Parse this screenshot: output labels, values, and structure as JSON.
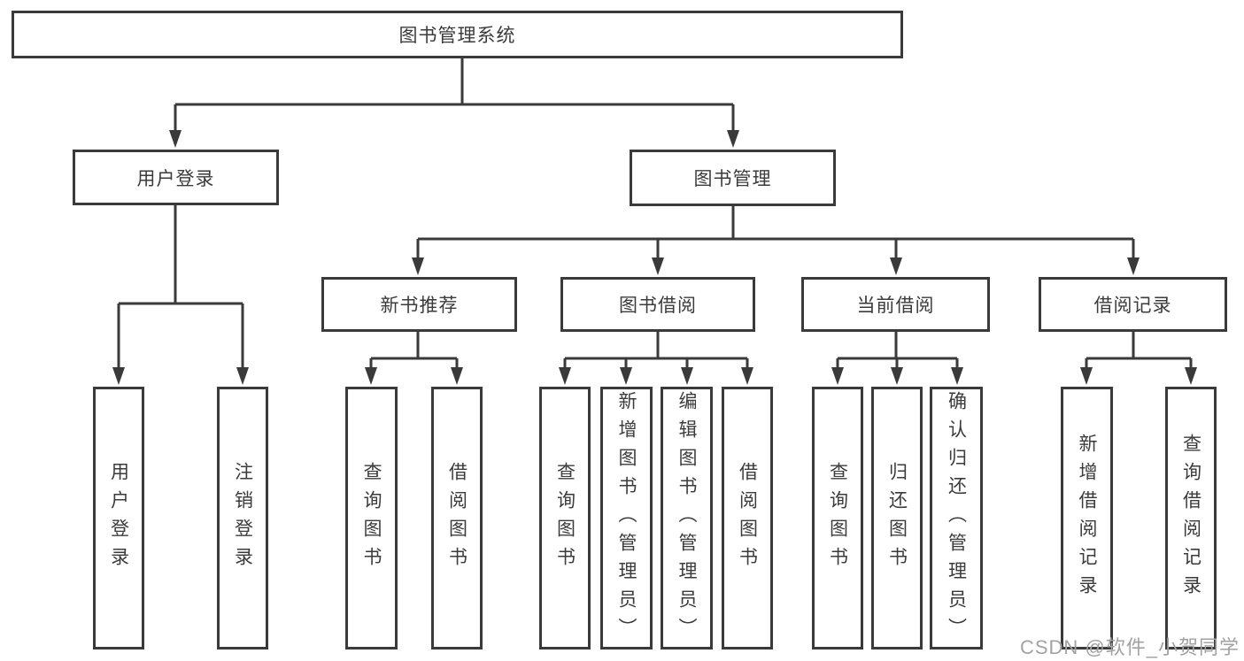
{
  "diagram": {
    "type": "hierarchy-tree",
    "tree": {
      "label": "图书管理系统",
      "children": [
        {
          "label": "用户登录",
          "children": [
            {
              "label": "用户登录"
            },
            {
              "label": "注销登录"
            }
          ]
        },
        {
          "label": "图书管理",
          "children": [
            {
              "label": "新书推荐",
              "children": [
                {
                  "label": "查询图书"
                },
                {
                  "label": "借阅图书"
                }
              ]
            },
            {
              "label": "图书借阅",
              "children": [
                {
                  "label": "查询图书"
                },
                {
                  "label": "新增图书（管理员）"
                },
                {
                  "label": "编辑图书（管理员）"
                },
                {
                  "label": "借阅图书"
                }
              ]
            },
            {
              "label": "当前借阅",
              "children": [
                {
                  "label": "查询图书"
                },
                {
                  "label": "归还图书"
                },
                {
                  "label": "确认归还（管理员）"
                }
              ]
            },
            {
              "label": "借阅记录",
              "children": [
                {
                  "label": "新增借阅记录"
                },
                {
                  "label": "查询借阅记录"
                }
              ]
            }
          ]
        }
      ]
    },
    "colors": {
      "line": "#3a3a3a",
      "box_border": "#3a3a3a",
      "text": "#3b3b3b",
      "background": "#ffffff",
      "watermark": "#a2a2a2"
    }
  },
  "watermark": {
    "text": "CSDN @软件_小贺同学"
  }
}
